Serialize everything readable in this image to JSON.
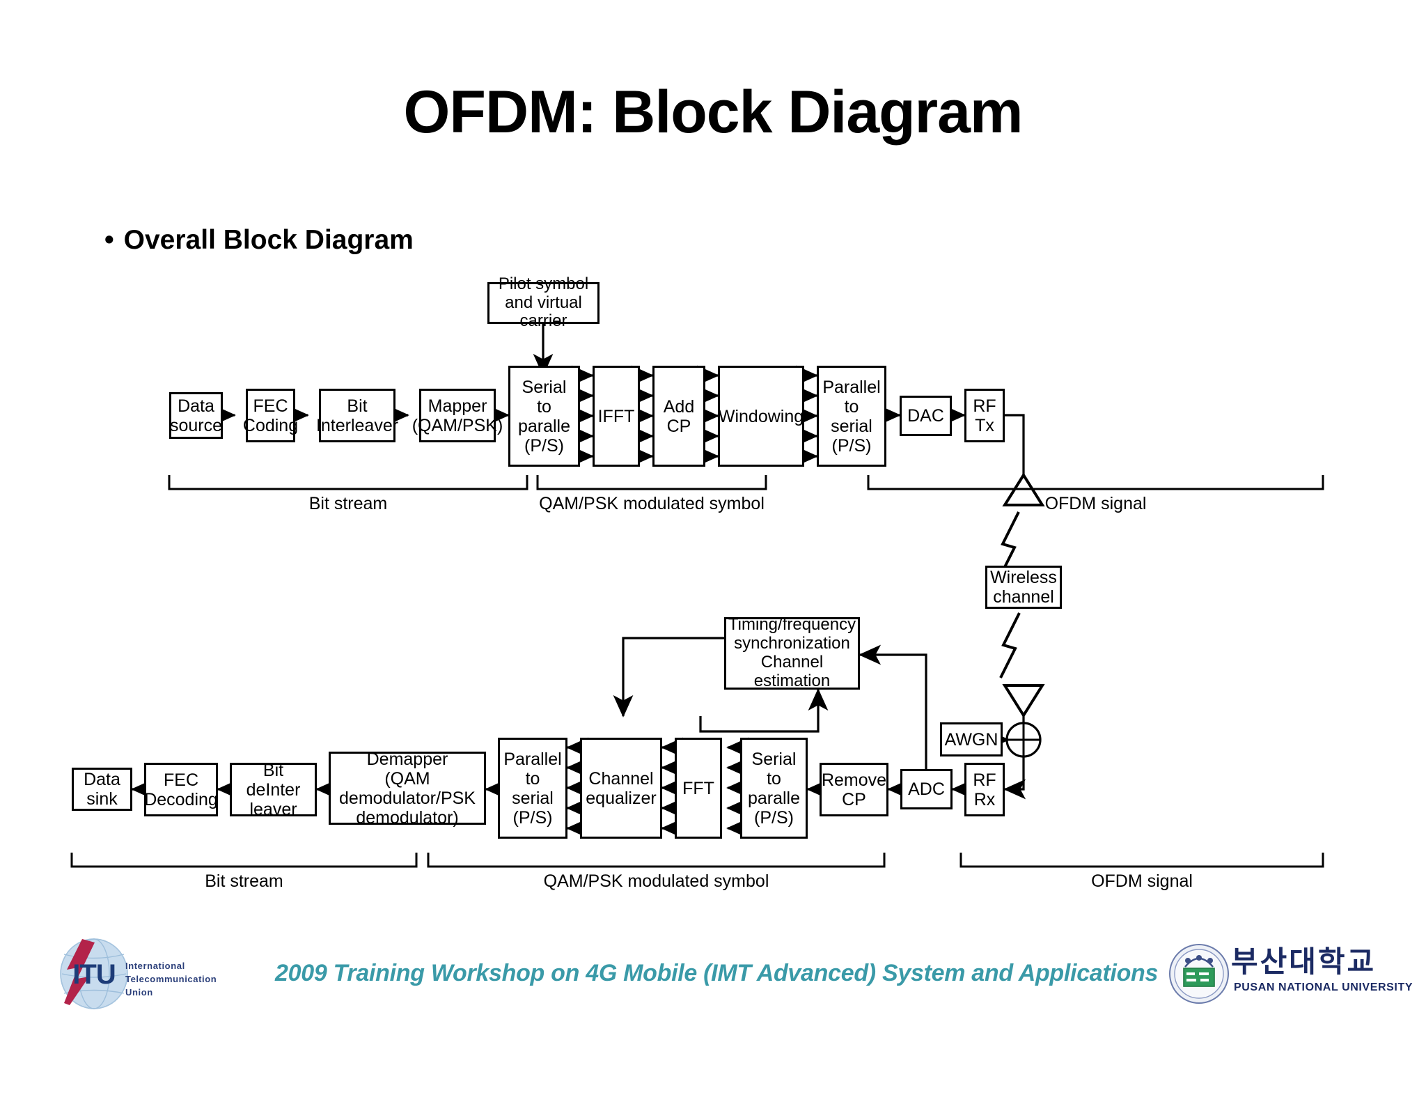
{
  "slide": {
    "title": "OFDM: Block Diagram",
    "bullet_marker": "•",
    "bullet_text": "Overall Block Diagram"
  },
  "transmitter": {
    "blocks": [
      {
        "id": "data-source",
        "label": "Data source"
      },
      {
        "id": "fec-coding",
        "label": "FEC\nCoding"
      },
      {
        "id": "bit-interleaver",
        "label": "Bit\nInterleaver"
      },
      {
        "id": "mapper",
        "label": "Mapper\n(QAM/PSK)"
      },
      {
        "id": "serial-to-parallel",
        "label": "Serial to\nparalle\n(P/S)"
      },
      {
        "id": "ifft",
        "label": "IFFT"
      },
      {
        "id": "add-cp",
        "label": "Add\nCP"
      },
      {
        "id": "windowing",
        "label": "Windowing"
      },
      {
        "id": "parallel-to-serial",
        "label": "Parallel\nto serial\n(P/S)"
      },
      {
        "id": "dac",
        "label": "DAC"
      },
      {
        "id": "rf-tx",
        "label": "RF\nTx"
      }
    ],
    "pilot_block": "Pilot symbol\nand virtual carrier",
    "brackets": [
      {
        "id": "tx-bit-stream",
        "label": "Bit stream"
      },
      {
        "id": "tx-qam-symbol",
        "label": "QAM/PSK modulated symbol"
      },
      {
        "id": "tx-ofdm-signal",
        "label": "OFDM signal"
      }
    ]
  },
  "channel": {
    "wireless_channel": "Wireless\nchannel",
    "awgn": "AWGN",
    "tx_antenna_name": "transmit-antenna",
    "rx_antenna_name": "receive-antenna",
    "summation_symbol": "⊕"
  },
  "receiver": {
    "blocks": [
      {
        "id": "rf-rx",
        "label": "RF\nRx"
      },
      {
        "id": "adc",
        "label": "ADC"
      },
      {
        "id": "remove-cp",
        "label": "Remove\nCP"
      },
      {
        "id": "rx-serial-to-parallel",
        "label": "Serial to\nparalle\n(P/S)"
      },
      {
        "id": "fft",
        "label": "FFT"
      },
      {
        "id": "channel-equalizer",
        "label": "Channel\nequalizer"
      },
      {
        "id": "rx-parallel-to-serial",
        "label": "Parallel\nto serial\n(P/S)"
      },
      {
        "id": "demapper",
        "label": "Demapper\n(QAM demodulator/PSK\ndemodulator)"
      },
      {
        "id": "bit-deinterleaver",
        "label": "Bit deInter\nleaver"
      },
      {
        "id": "fec-decoding",
        "label": "FEC\nDecoding"
      },
      {
        "id": "data-sink",
        "label": "Data sink"
      }
    ],
    "sync_block": "Timing/frequency\nsynchronization\nChannel estimation",
    "brackets": [
      {
        "id": "rx-bit-stream",
        "label": "Bit stream"
      },
      {
        "id": "rx-qam-symbol",
        "label": "QAM/PSK modulated symbol"
      },
      {
        "id": "rx-ofdm-signal",
        "label": "OFDM signal"
      }
    ]
  },
  "footer": {
    "workshop_text": "2009 Training Workshop on 4G Mobile (IMT Advanced) System and Applications",
    "itu_abbrev": "ITU",
    "itu_name": "International\nTelecommunication\nUnion",
    "pnu_korean": "부산대학교",
    "pnu_english": "PUSAN NATIONAL UNIVERSITY"
  },
  "colors": {
    "line": "#000000",
    "background": "#ffffff",
    "footer_teal": "#3a9aa8",
    "itu_blue": "#2b3f7a",
    "itu_red": "#b3234a",
    "pnu_navy": "#1b2a63",
    "pnu_green": "#2d9a5a"
  }
}
